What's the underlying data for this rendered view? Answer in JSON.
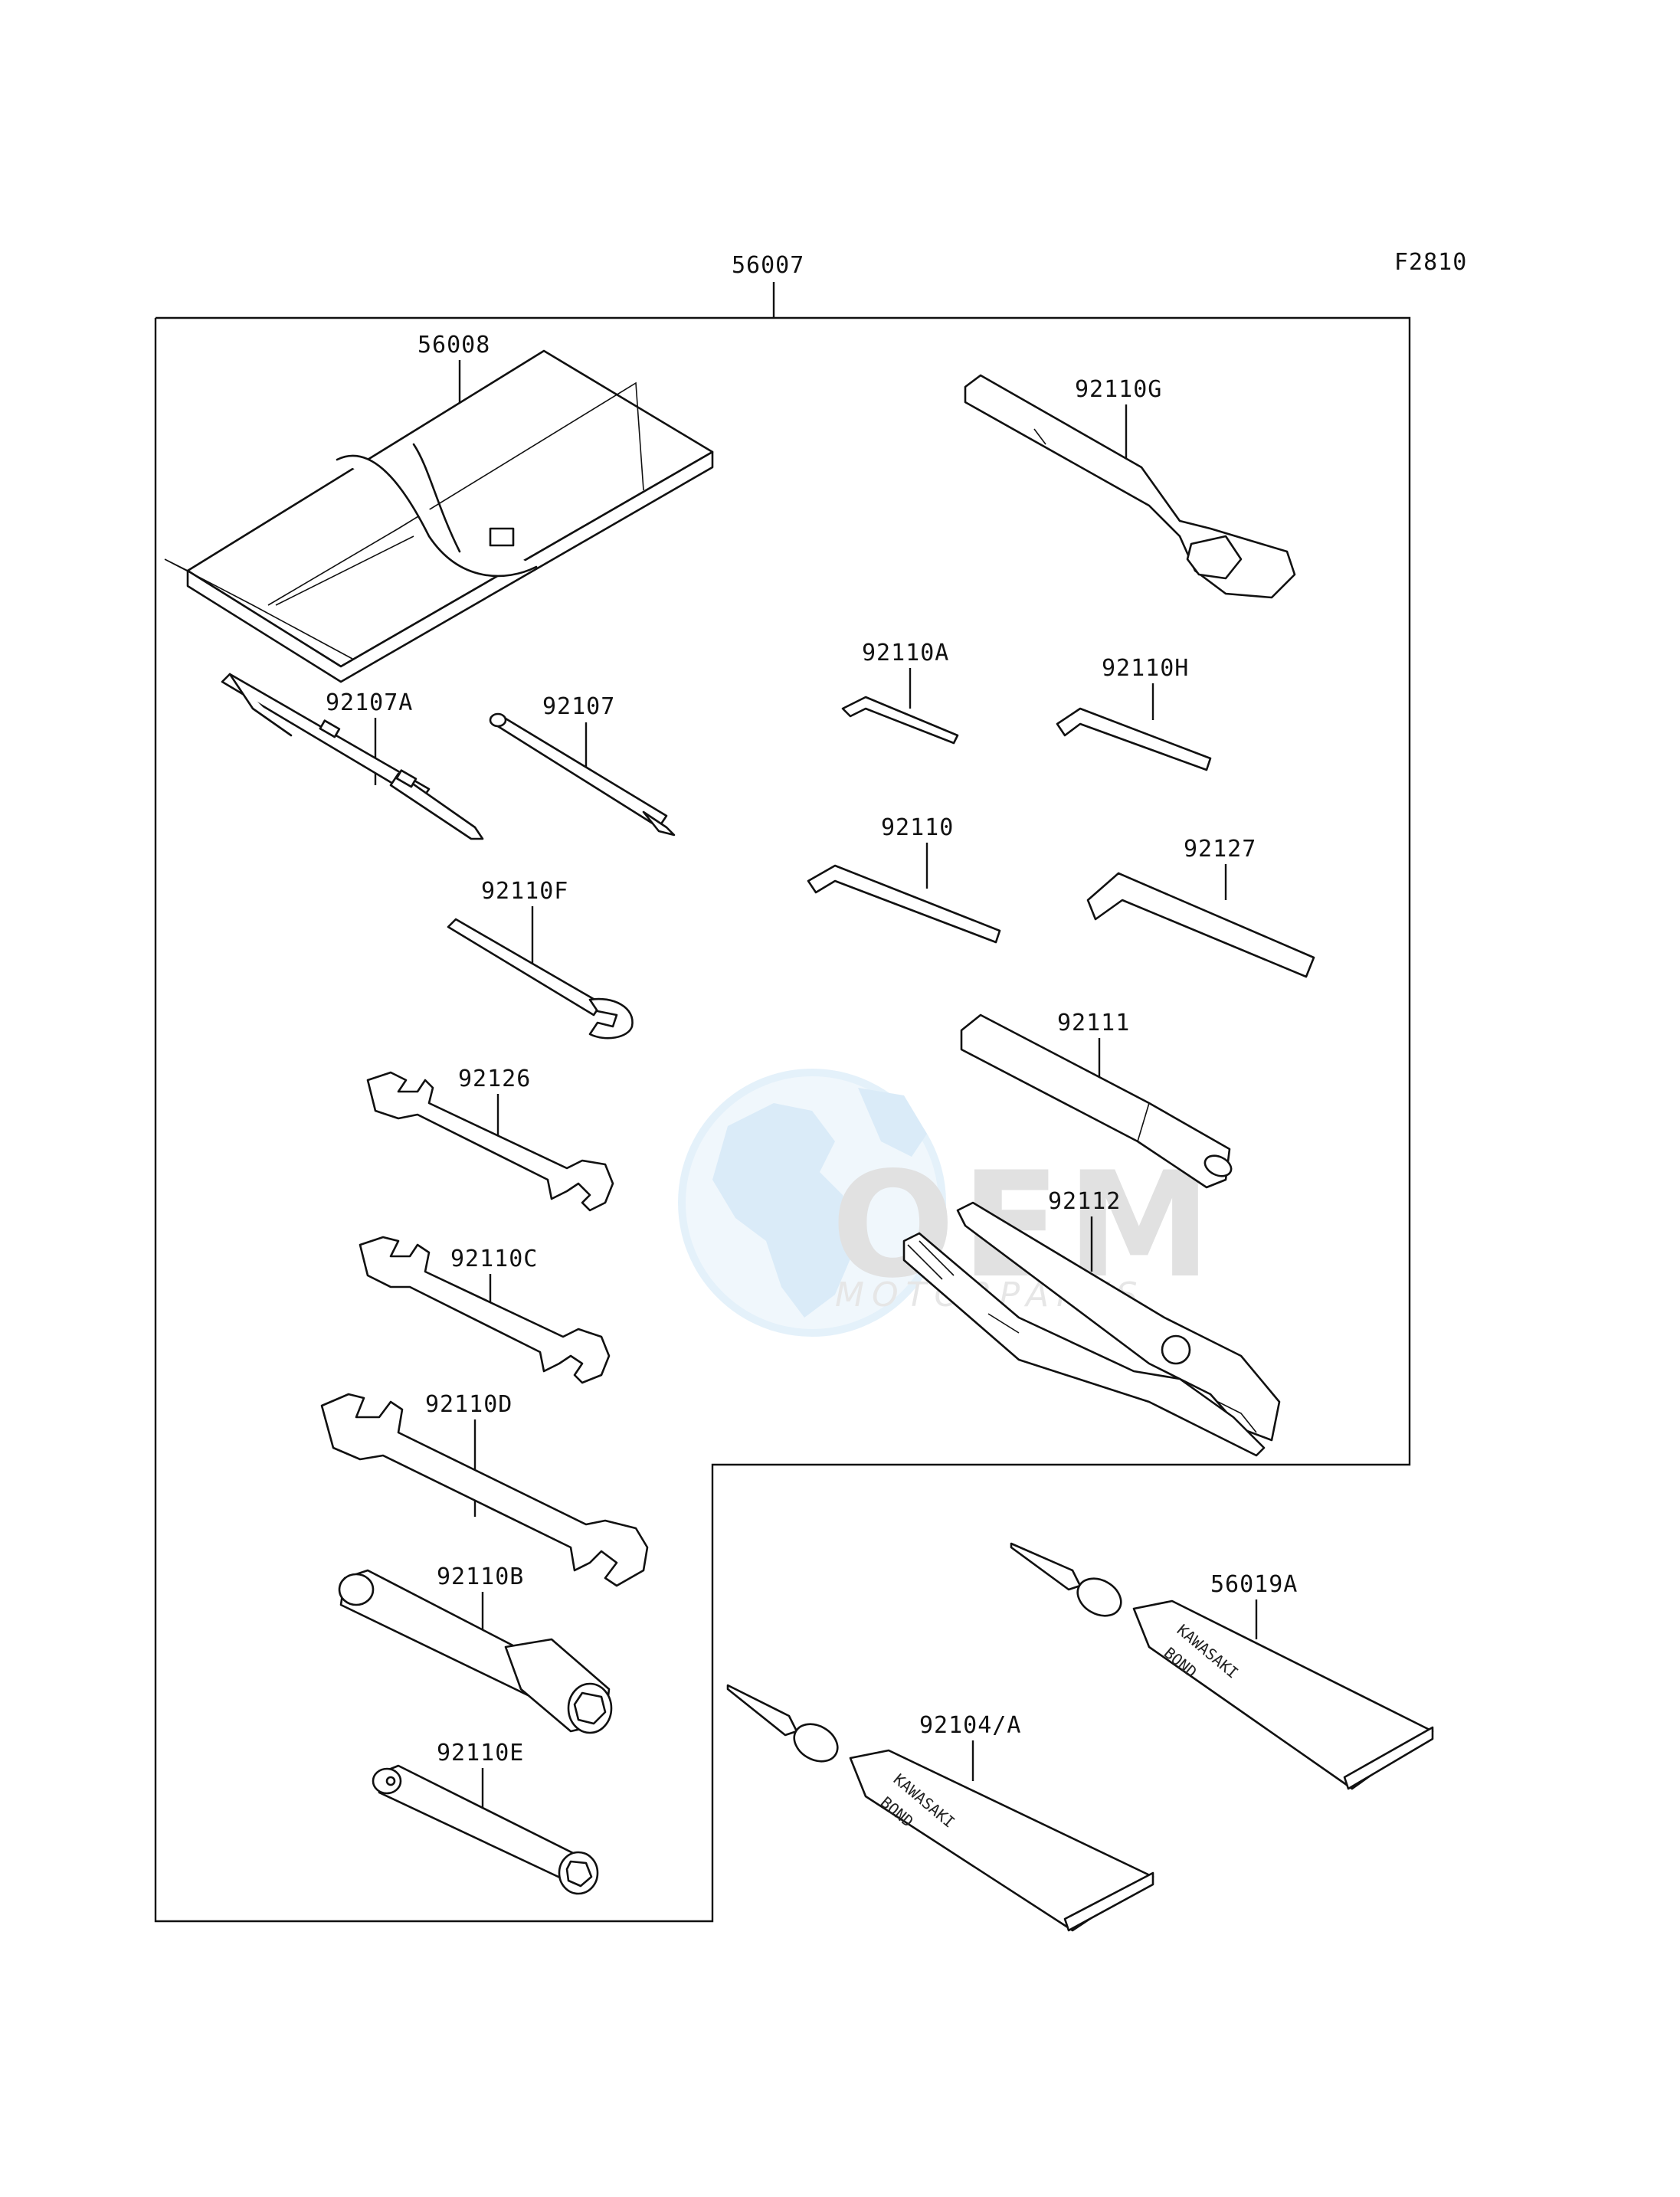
{
  "figure_code": "F2810",
  "parts": {
    "kit": "56007",
    "tool_bag": "56008",
    "screwdriver_a": "92107A",
    "screwdriver": "92107",
    "wrench_f": "92110F",
    "wrench_92126": "92126",
    "wrench_c": "92110C",
    "wrench_d": "92110D",
    "box_wrench_b": "92110B",
    "box_wrench_e": "92110E",
    "ring_wrench_g": "92110G",
    "hex_a": "92110A",
    "hex_h": "92110H",
    "hex_92110": "92110",
    "hex_92127": "92127",
    "handle": "92111",
    "pliers": "92112",
    "bond_56019a": "56019A",
    "bond_92104": "92104/A"
  },
  "tube_text": {
    "brand": "KAWASAKI",
    "product": "BOND"
  },
  "watermark": {
    "main": "OEM",
    "sub": "MOTORPARTS"
  }
}
